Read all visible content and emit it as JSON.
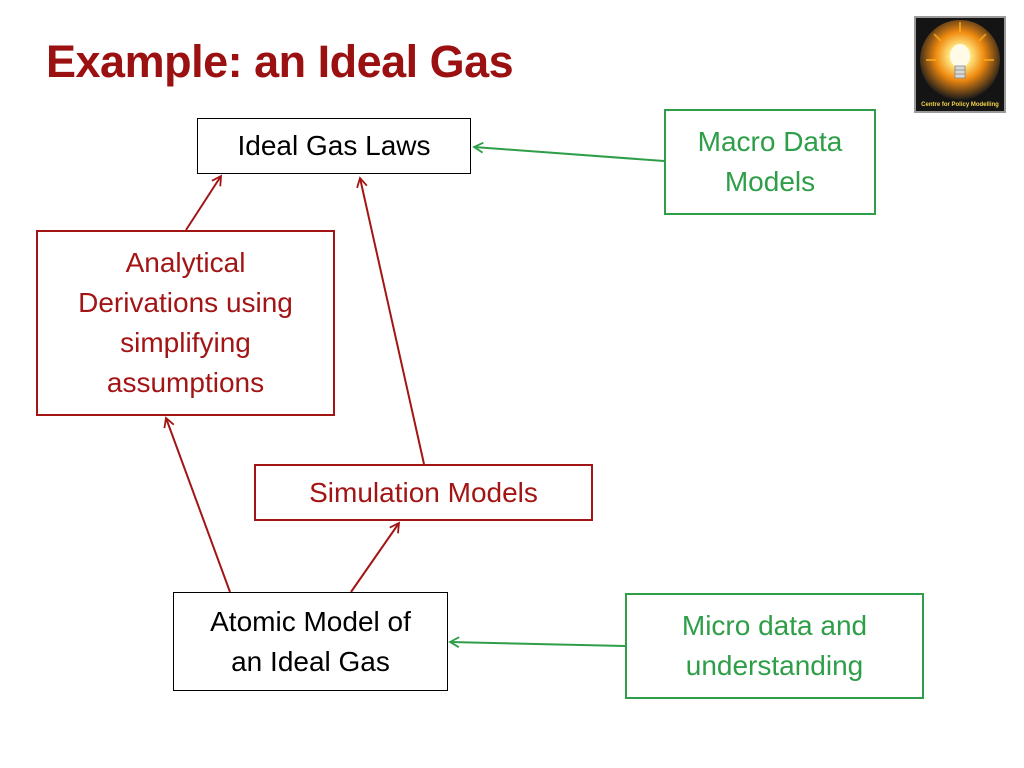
{
  "slide": {
    "title": "Example: an Ideal Gas"
  },
  "logo": {
    "text": "Centre for Policy Modelling",
    "icon": "lightbulb-icon"
  },
  "nodes": {
    "ideal_gas_laws": "Ideal Gas Laws",
    "macro_data": [
      "Macro Data",
      "Models"
    ],
    "analytical": [
      "Analytical",
      "Derivations using",
      "simplifying",
      "assumptions"
    ],
    "simulation": "Simulation Models",
    "atomic_model": [
      "Atomic Model of",
      "an Ideal Gas"
    ],
    "micro_data": [
      "Micro data and",
      "understanding"
    ]
  },
  "colors": {
    "title": "#9b1111",
    "red": "#a31515",
    "green": "#2e9e48",
    "black": "#000000"
  }
}
